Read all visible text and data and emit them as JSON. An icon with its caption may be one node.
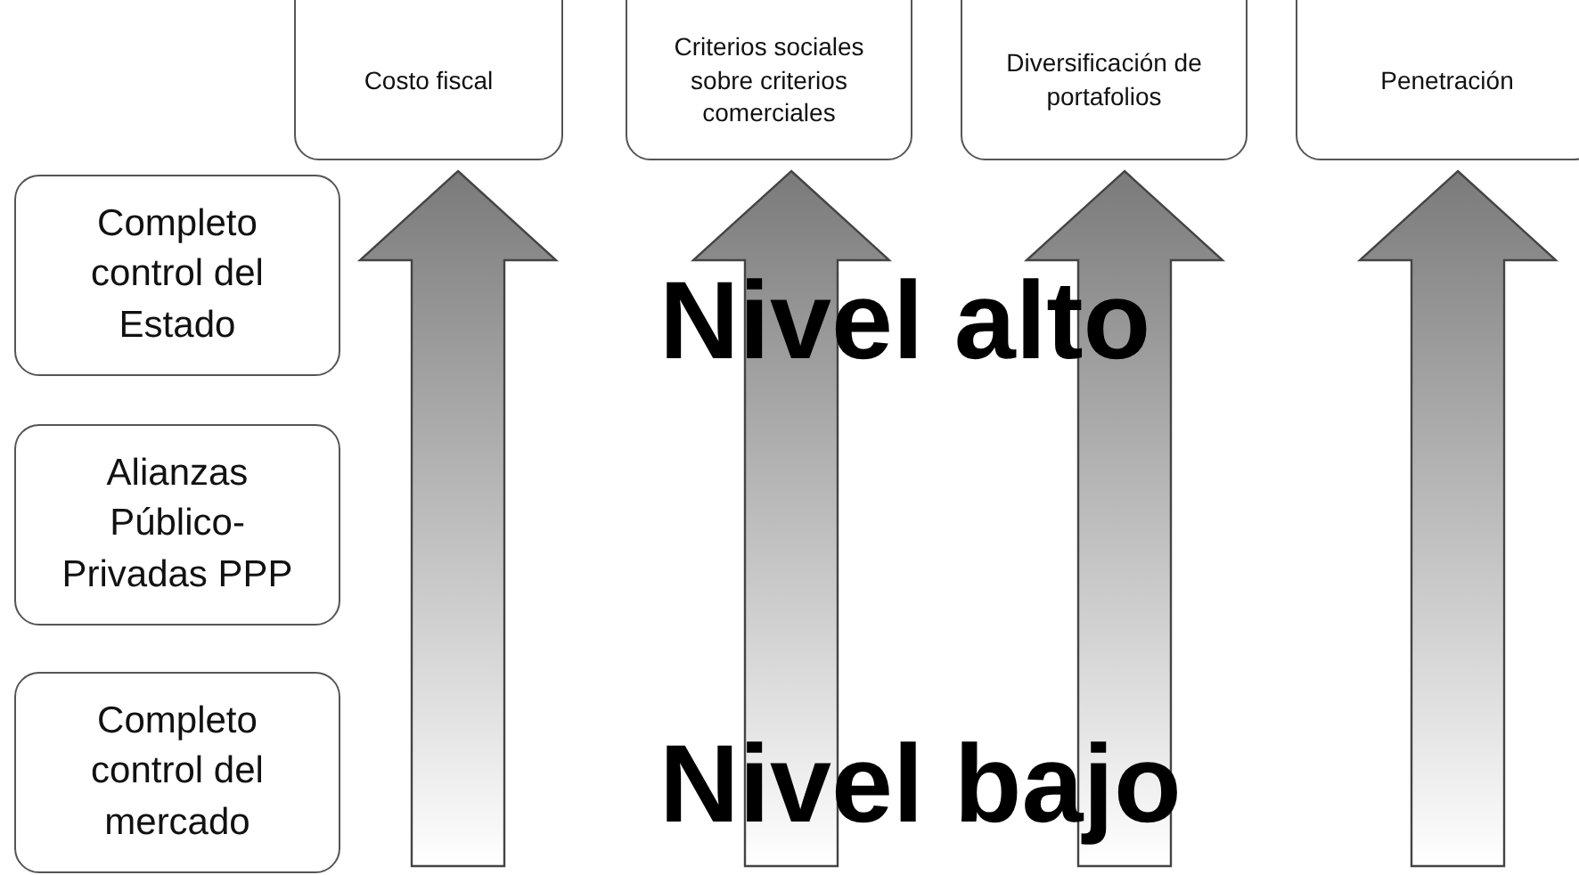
{
  "diagram": {
    "nodes": [
      {
        "text": [
          "Costo fiscal"
        ]
      },
      {
        "text": [
          "Criterios sociales sobre criterios comerciales"
        ]
      },
      {
        "text": [
          "Diversificación de portafolios"
        ]
      },
      {
        "text": [
          "Penetración"
        ]
      },
      {
        "text": [
          "Completo control del Estado"
        ]
      },
      {
        "text": [
          "Alianzas Público-Privadas PPP"
        ]
      },
      {
        "text": [
          "Completo control del mercado"
        ]
      }
    ],
    "labels": [
      "Nivel alto",
      "Nivel bajo"
    ]
  }
}
